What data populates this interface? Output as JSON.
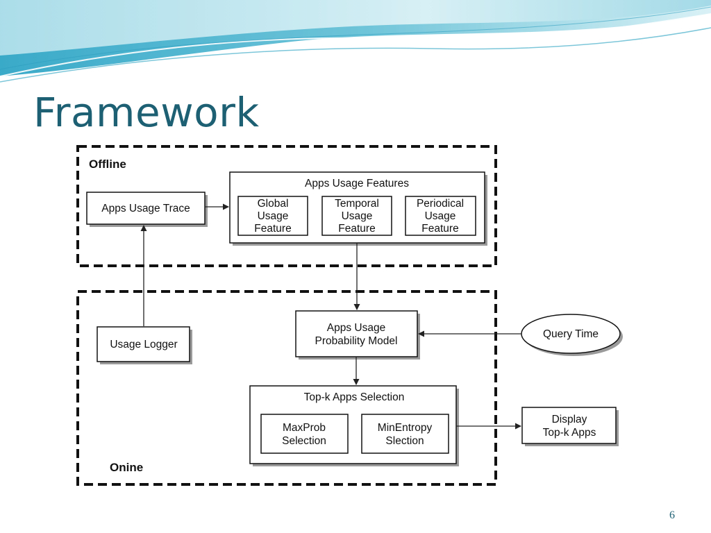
{
  "slide": {
    "title": "Framework",
    "page_number": "6"
  },
  "diagram": {
    "offline": {
      "label": "Offline",
      "apps_usage_trace": "Apps Usage Trace",
      "apps_usage_features": {
        "title": "Apps Usage Features",
        "global": [
          "Global",
          "Usage",
          "Feature"
        ],
        "temporal": [
          "Temporal",
          "Usage",
          "Feature"
        ],
        "periodical": [
          "Periodical",
          "Usage",
          "Feature"
        ]
      }
    },
    "online": {
      "label": "Onine",
      "usage_logger": "Usage Logger",
      "probability_model": [
        "Apps Usage",
        "Probability Model"
      ],
      "query_time": "Query Time",
      "topk_selection": {
        "title": "Top-k Apps Selection",
        "maxprob": [
          "MaxProb",
          "Selection"
        ],
        "minentropy": [
          "MinEntropy",
          "Slection"
        ]
      },
      "display": [
        "Display",
        "Top-k Apps"
      ]
    }
  },
  "colors": {
    "title": "#1d5f73",
    "wave_light": "#bfe6ef",
    "wave_mid": "#7fcbdc",
    "wave_dark": "#2f9fbf"
  }
}
